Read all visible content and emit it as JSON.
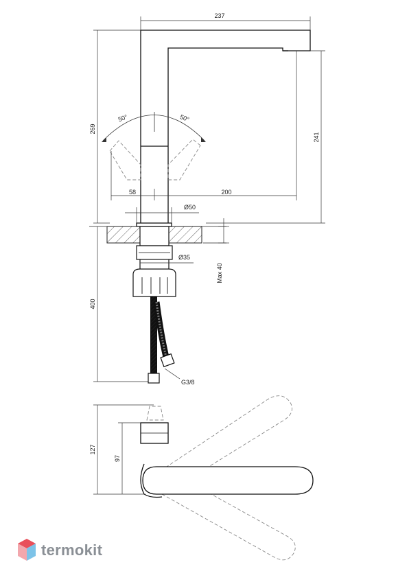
{
  "dimensions": {
    "overall_width": "237",
    "overall_height": "269",
    "spout_height": "241",
    "swivel_left": "50°",
    "swivel_right": "50°",
    "body_offset": "58",
    "spout_reach": "200",
    "base_diameter": "Ø50",
    "hole_diameter": "Ø35",
    "max_deck": "Max 40",
    "hose_length": "400",
    "connection": "G3/8",
    "top_height": "127",
    "top_body": "97"
  },
  "logo": {
    "name": "termokit",
    "colors": {
      "top": "#e8505b",
      "left": "#f2a7ad",
      "right": "#7dc3e8",
      "text": "#8a8f95"
    }
  }
}
